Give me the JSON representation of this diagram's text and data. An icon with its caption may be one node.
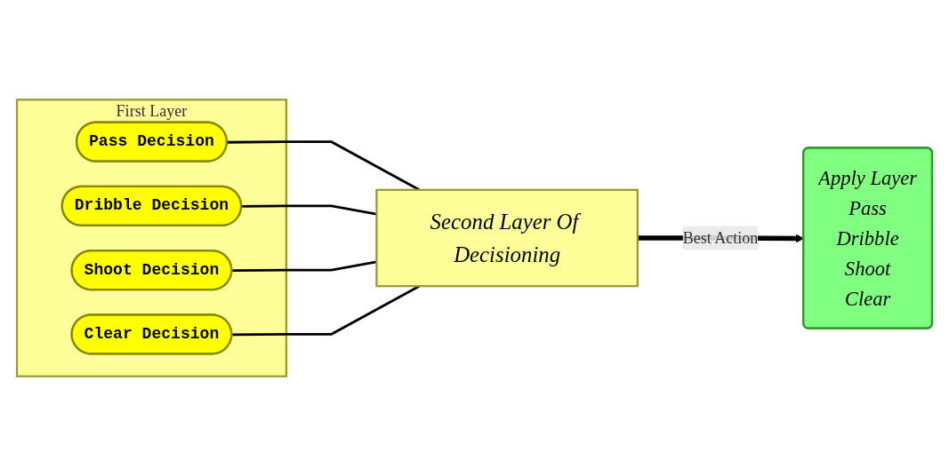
{
  "diagram": {
    "nodes": [
      {
        "text": [
          "First Layer"
        ]
      },
      {
        "text": [
          "Pass Decision"
        ],
        "in": 0
      },
      {
        "text": [
          "Dribble Decision"
        ],
        "in": 0
      },
      {
        "text": [
          "Shoot Decision"
        ],
        "in": 0
      },
      {
        "text": [
          "Clear Decision"
        ],
        "in": 0
      },
      {
        "text": [
          "Second Layer Of Decisioning"
        ]
      },
      {
        "text": [
          "Apply Layer",
          "Pass",
          "Dribble",
          "Shoot",
          "Clear"
        ]
      }
    ],
    "edges": [
      {
        "from": 1,
        "to": 5,
        "arrow": "none"
      },
      {
        "from": 2,
        "to": 5,
        "arrow": "none"
      },
      {
        "from": 3,
        "to": 5,
        "arrow": "none"
      },
      {
        "from": 4,
        "to": 5,
        "arrow": "none"
      },
      {
        "from": 5,
        "to": 6,
        "arrow": "to",
        "label": "Best Action",
        "style": "thick"
      }
    ]
  }
}
